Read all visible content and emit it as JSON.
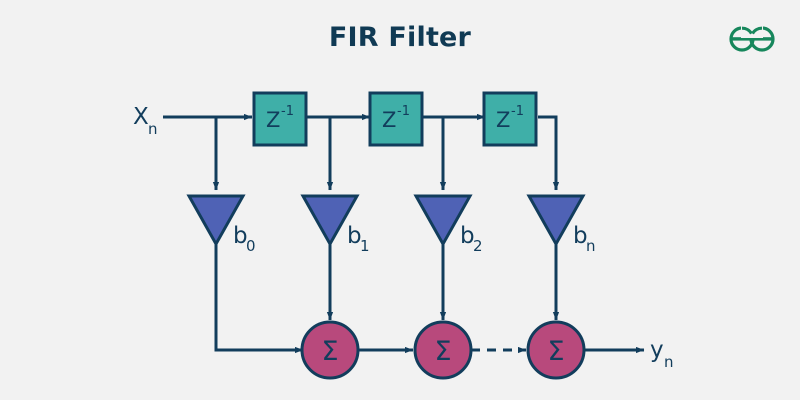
{
  "page": {
    "title": "FIR Filter",
    "background_color": "#f2f2f2"
  },
  "logo": {
    "name": "geeksforgeeks-logo",
    "color": "#17875c"
  },
  "colors": {
    "line": "#123d5c",
    "delay_fill": "#3fafa8",
    "delay_stroke": "#123d5c",
    "gain_fill": "#4f62b5",
    "gain_stroke": "#123d5c",
    "sum_fill": "#b8497c",
    "sum_stroke": "#123d5c",
    "text": "#123d5c"
  },
  "diagram": {
    "input": {
      "label": "X",
      "subscript": "n"
    },
    "output": {
      "label": "y",
      "subscript": "n"
    },
    "delay_blocks": [
      {
        "label": "Z",
        "exponent": "-1"
      },
      {
        "label": "Z",
        "exponent": "-1"
      },
      {
        "label": "Z",
        "exponent": "-1"
      }
    ],
    "gains": [
      {
        "label": "b",
        "subscript": "0"
      },
      {
        "label": "b",
        "subscript": "1"
      },
      {
        "label": "b",
        "subscript": "2"
      },
      {
        "label": "b",
        "subscript": "n"
      }
    ],
    "summers": [
      {
        "symbol": "Σ"
      },
      {
        "symbol": "Σ"
      },
      {
        "symbol": "Σ"
      }
    ],
    "dashed_connector": true
  }
}
